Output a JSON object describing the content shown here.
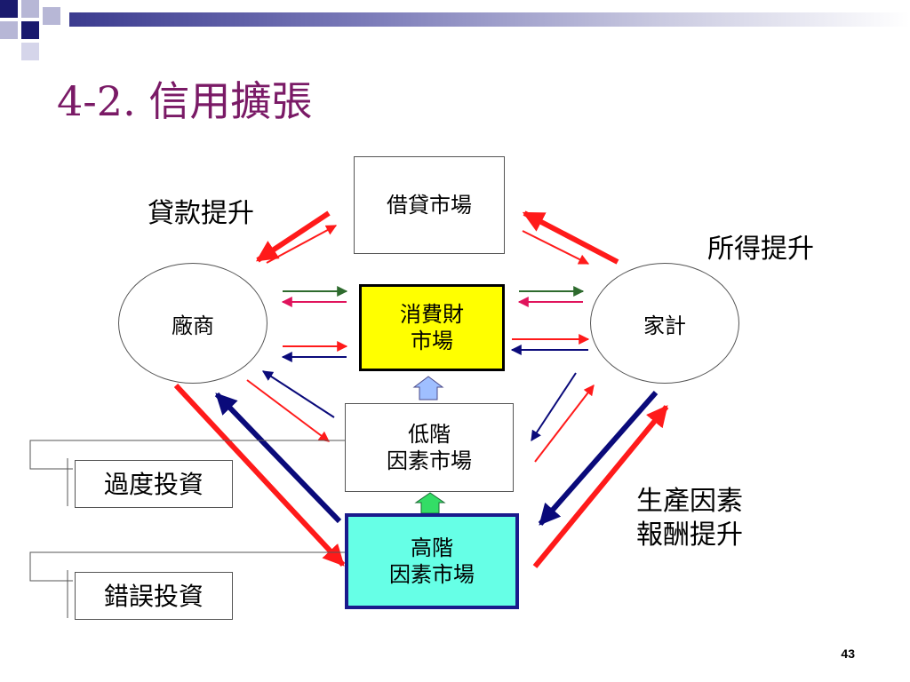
{
  "title": "4-2. 信用擴張",
  "nodes": {
    "loan_market": "借貸市場",
    "firms": "廠商",
    "households": "家計",
    "consumer_goods_market": "消費財\n市場",
    "low_order_factor_market": "低階\n因素市場",
    "high_order_factor_market": "高階\n因素市場"
  },
  "labels": {
    "loans_rise": "貸款提升",
    "income_rise": "所得提升",
    "factor_returns_rise": "生產因素\n報酬提升",
    "overinvestment": "過度投資",
    "malinvestment": "錯誤投資"
  },
  "colors": {
    "title": "#7a1a66",
    "consumer_goods_fill": "#ffff00",
    "high_order_fill": "#66ffe6",
    "high_order_border": "#1a1a8c",
    "red": "#ff1a1a",
    "navy": "#0a0a7a",
    "green": "#2e6b2e",
    "magenta": "#e0145c"
  },
  "page_number": "43"
}
